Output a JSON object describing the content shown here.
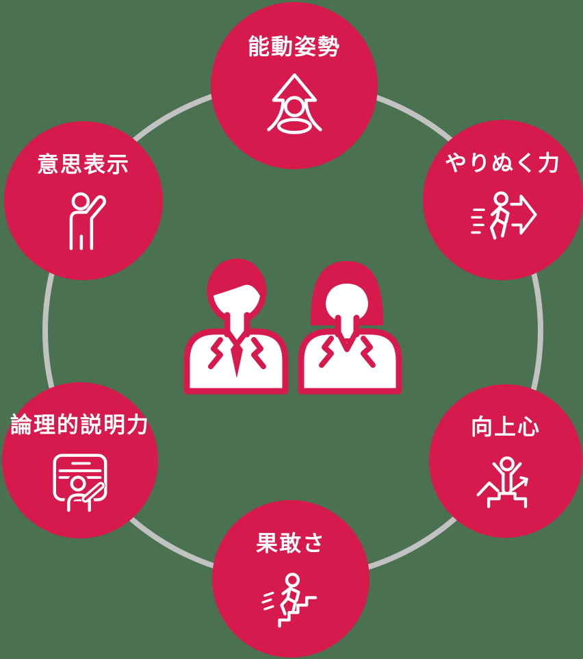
{
  "colors": {
    "background": "#4a7150",
    "accent": "#d61a4d",
    "ring": "#c2c2c2",
    "icon": "#ffffff",
    "label_text": "#ffffff"
  },
  "center": {
    "illustration": "businessman-businesswoman-icon"
  },
  "nodes": [
    {
      "id": "active-attitude",
      "label": "能動姿勢",
      "icon": "person-forward-arrow-icon"
    },
    {
      "id": "perseverance",
      "label": "やりぬく力",
      "icon": "person-running-arrow-icon"
    },
    {
      "id": "ambition",
      "label": "向上心",
      "icon": "person-on-podium-icon"
    },
    {
      "id": "boldness",
      "label": "果敢さ",
      "icon": "person-climbing-stairs-icon"
    },
    {
      "id": "logical-explanation",
      "label": "論理的説明力",
      "icon": "presentation-board-icon"
    },
    {
      "id": "self-expression",
      "label": "意思表示",
      "icon": "person-raising-hand-icon"
    }
  ]
}
